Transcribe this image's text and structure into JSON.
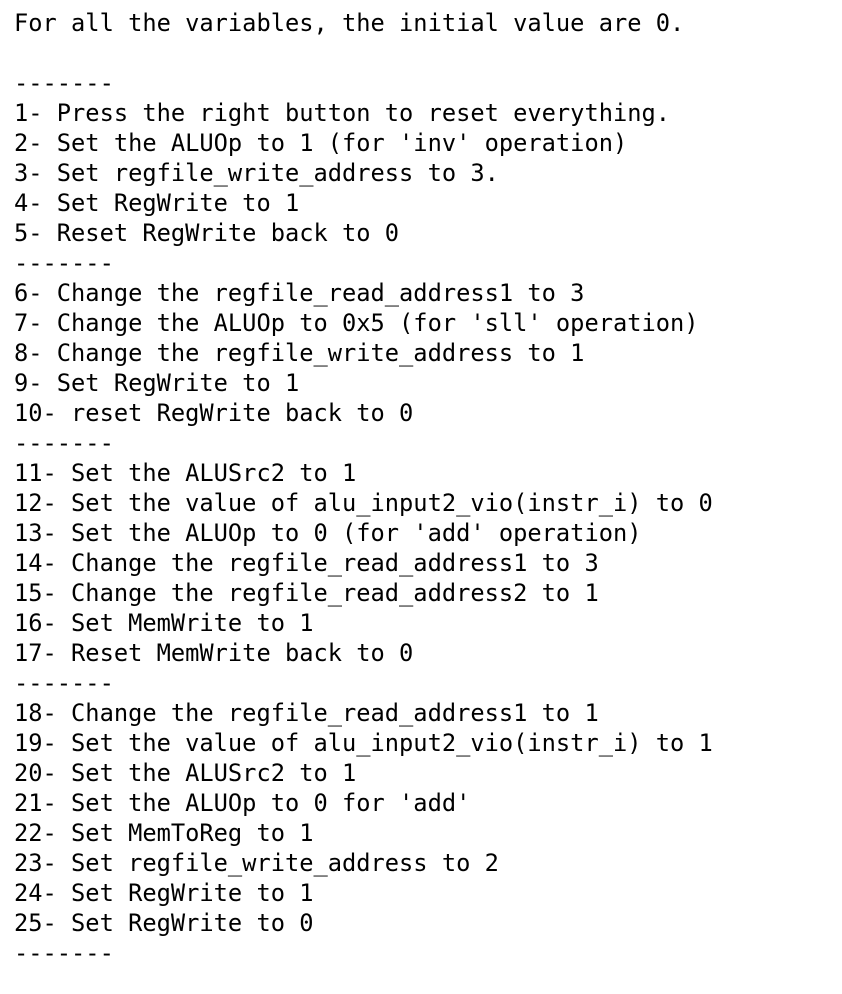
{
  "document": {
    "type": "plain-text-instructions",
    "text_color": "#000000",
    "background_color": "#ffffff",
    "intro": "For all the variables, the initial value are 0.",
    "blank": "",
    "separator": "-------",
    "lines": [
      {
        "n": 1,
        "text": "1- Press the right button to reset everything."
      },
      {
        "n": 2,
        "text": "2- Set the ALUOp to 1 (for 'inv' operation)"
      },
      {
        "n": 3,
        "text": "3- Set regfile_write_address to 3."
      },
      {
        "n": 4,
        "text": "4- Set RegWrite to 1"
      },
      {
        "n": 5,
        "text": "5- Reset RegWrite back to 0"
      },
      {
        "n": 6,
        "text": "6- Change the regfile_read_address1 to 3"
      },
      {
        "n": 7,
        "text": "7- Change the ALUOp to 0x5 (for 'sll' operation)"
      },
      {
        "n": 8,
        "text": "8- Change the regfile_write_address to 1"
      },
      {
        "n": 9,
        "text": "9- Set RegWrite to 1"
      },
      {
        "n": 10,
        "text": "10- reset RegWrite back to 0"
      },
      {
        "n": 11,
        "text": "11- Set the ALUSrc2 to 1"
      },
      {
        "n": 12,
        "text": "12- Set the value of alu_input2_vio(instr_i) to 0"
      },
      {
        "n": 13,
        "text": "13- Set the ALUOp to 0 (for 'add' operation)"
      },
      {
        "n": 14,
        "text": "14- Change the regfile_read_address1 to 3"
      },
      {
        "n": 15,
        "text": "15- Change the regfile_read_address2 to 1"
      },
      {
        "n": 16,
        "text": "16- Set MemWrite to 1"
      },
      {
        "n": 17,
        "text": "17- Reset MemWrite back to 0"
      },
      {
        "n": 18,
        "text": "18- Change the regfile_read_address1 to 1"
      },
      {
        "n": 19,
        "text": "19- Set the value of alu_input2_vio(instr_i) to 1"
      },
      {
        "n": 20,
        "text": "20- Set the ALUSrc2 to 1"
      },
      {
        "n": 21,
        "text": "21- Set the ALUOp to 0 for 'add'"
      },
      {
        "n": 22,
        "text": "22- Set MemToReg to 1"
      },
      {
        "n": 23,
        "text": "23- Set regfile_write_address to 2"
      },
      {
        "n": 24,
        "text": "24- Set RegWrite to 1"
      },
      {
        "n": 25,
        "text": "25- Set RegWrite to 0"
      }
    ]
  }
}
